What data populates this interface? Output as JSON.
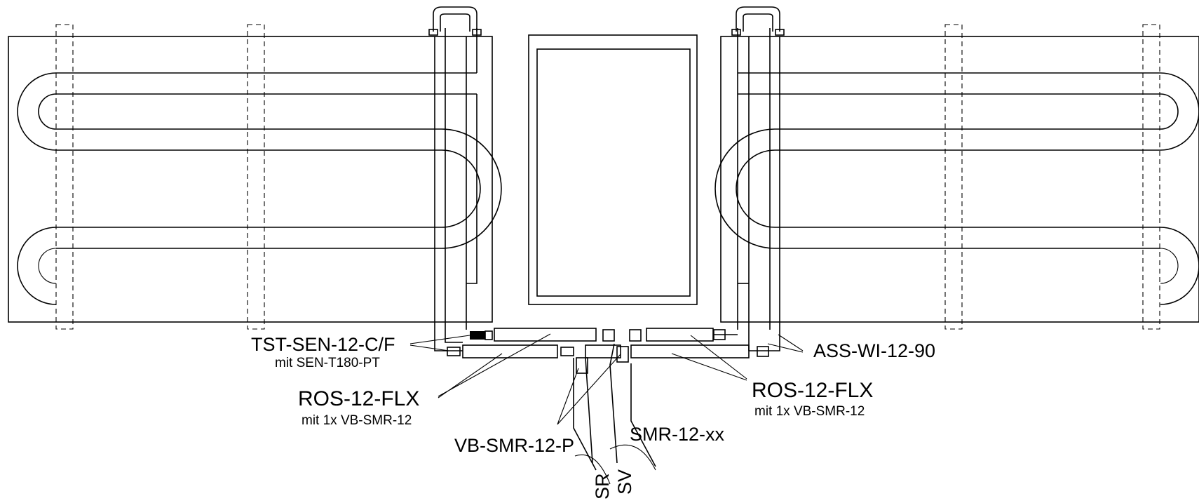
{
  "labels": {
    "tst_sen": "TST-SEN-12-C/F",
    "tst_sen_sub": "mit SEN-T180-PT",
    "ros_left": "ROS-12-FLX",
    "ros_left_sub": "mit 1x VB-SMR-12",
    "ros_right": "ROS-12-FLX",
    "ros_right_sub": "mit 1x VB-SMR-12",
    "ass_wi": "ASS-WI-12-90",
    "vb_smr_p": "VB-SMR-12-P",
    "smr": "SMR-12-xx",
    "sr": "SR",
    "sv": "SV"
  }
}
